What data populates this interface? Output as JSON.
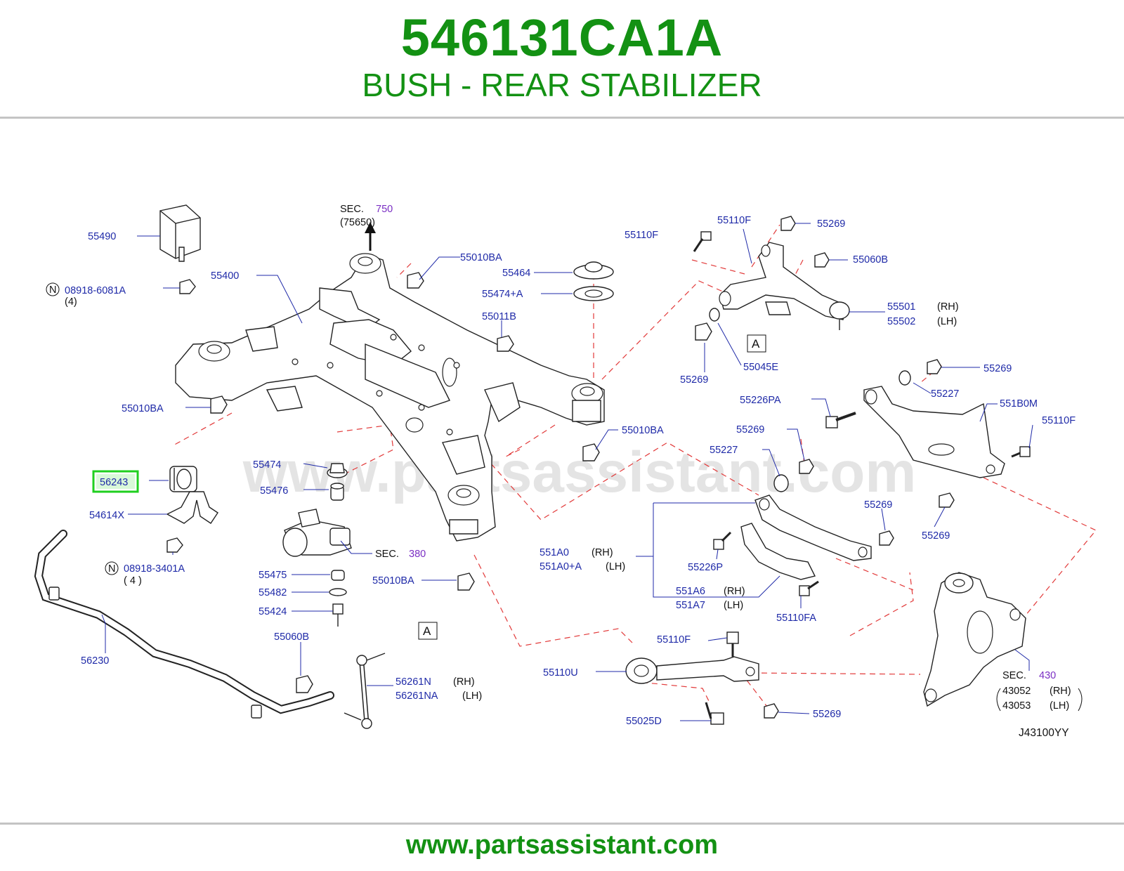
{
  "header": {
    "part_number": "546131CA1A",
    "part_name": "BUSH - REAR STABILIZER"
  },
  "footer": {
    "url": "www.partsassistant.com"
  },
  "watermark": "www.partsassistant.com",
  "diagram_code": "J43100YY",
  "highlight_color": "#1fcf1f",
  "brand_color": "#139113",
  "label_color": "#1f2aa8",
  "section_color": "#7b2fc4",
  "dashed_line_color": "#e23a3a",
  "highlighted_part": "56243",
  "labels": {
    "l55490": "55490",
    "n1": "N",
    "l08918_6081A": "08918-6081A",
    "q4a": "(4)",
    "l55400": "55400",
    "sec_text_750": "SEC.",
    "sec_num_750": "750",
    "sec_sub_750": "(75650)",
    "l55010BA_a": "55010BA",
    "l55464": "55464",
    "l55474A": "55474+A",
    "l55011B": "55011B",
    "l55010BA_b": "55010BA",
    "l55010BA_c": "55010BA",
    "l56243": "56243",
    "l54614X": "54614X",
    "n2": "N",
    "l08918_3401A": "08918-3401A",
    "q4b": "( 4 )",
    "l55474": "55474",
    "l55476": "55476",
    "sec_text_380": "SEC.",
    "sec_num_380": "380",
    "l55475": "55475",
    "l55482": "55482",
    "l55424": "55424",
    "l55010BA_d": "55010BA",
    "l56230": "56230",
    "l55060B_a": "55060B",
    "mark_a1": "A",
    "l56261N": "56261N",
    "rh1": "(RH)",
    "l56261NA": "56261NA",
    "lh1": "(LH)",
    "l55110F_a": "55110F",
    "l55110F_b": "55110F",
    "l55269_a": "55269",
    "l55060B_b": "55060B",
    "l55501": "55501",
    "rh2": "(RH)",
    "l55502": "55502",
    "lh2": "(LH)",
    "mark_a2": "A",
    "l55269_b": "55269",
    "l55045E": "55045E",
    "l55269_c": "55269",
    "l55227_a": "55227",
    "l55226PA": "55226PA",
    "l551B0M": "551B0M",
    "l55110F_c": "55110F",
    "l55269_d": "55269",
    "l55227_b": "55227",
    "l55269_e": "55269",
    "l55269_f": "55269",
    "l551A0": "551A0",
    "rh3": "(RH)",
    "l551A0A": "551A0+A",
    "lh3": "(LH)",
    "l55226P": "55226P",
    "l551A6": "551A6",
    "rh4": "(RH)",
    "l551A7": "551A7",
    "lh4": "(LH)",
    "l55110FA": "55110FA",
    "l55110F_d": "55110F",
    "l55110U": "55110U",
    "l55025D": "55025D",
    "l55269_g": "55269",
    "sec_text_430": "SEC.",
    "sec_num_430": "430",
    "l43052": "43052",
    "rh5": "(RH)",
    "l43053": "43053",
    "lh5": "(LH)"
  }
}
